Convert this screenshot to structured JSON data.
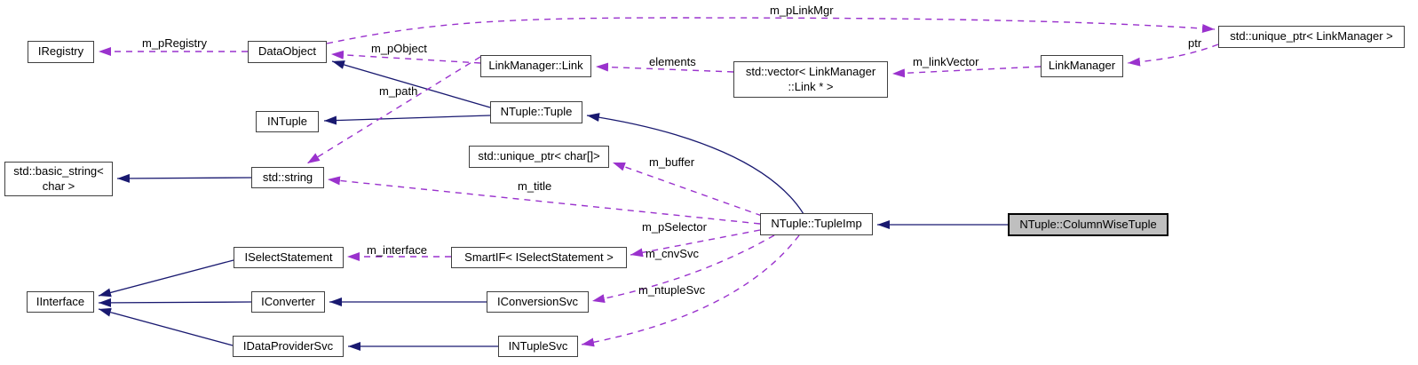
{
  "diagram": {
    "type": "class-collaboration-graph",
    "colors": {
      "inheritance_edge": "#191970",
      "usage_edge": "#9a32cd",
      "node_border": "#404040",
      "node_fill": "#ffffff",
      "highlight_fill": "#bfbfbf",
      "text": "#000000"
    },
    "nodes": {
      "iregistry": {
        "label": "IRegistry"
      },
      "dataobject": {
        "label": "DataObject"
      },
      "linkmanager_link": {
        "label": "LinkManager::Link"
      },
      "vector_linkmanager_link": {
        "label": "std::vector< LinkManager\n::Link * >"
      },
      "linkmanager": {
        "label": "LinkManager"
      },
      "unique_ptr_linkmanager": {
        "label": "std::unique_ptr< LinkManager >"
      },
      "intuple": {
        "label": "INTuple"
      },
      "ntuple_tuple": {
        "label": "NTuple::Tuple"
      },
      "basic_string": {
        "label": "std::basic_string<\nchar >"
      },
      "std_string": {
        "label": "std::string"
      },
      "unique_ptr_char": {
        "label": "std::unique_ptr< char[]>"
      },
      "tupleimp": {
        "label": "NTuple::TupleImp"
      },
      "columnwisetuple": {
        "label": "NTuple::ColumnWiseTuple"
      },
      "iselectstatement": {
        "label": "ISelectStatement"
      },
      "smartif": {
        "label": "SmartIF< ISelectStatement >"
      },
      "iinterface": {
        "label": "IInterface"
      },
      "iconverter": {
        "label": "IConverter"
      },
      "iconversionsvc": {
        "label": "IConversionSvc"
      },
      "idataprovidersvc": {
        "label": "IDataProviderSvc"
      },
      "intuplesvc": {
        "label": "INTupleSvc"
      }
    },
    "edge_labels": {
      "m_pRegistry": "m_pRegistry",
      "m_pLinkMgr": "m_pLinkMgr",
      "ptr": "ptr",
      "m_linkVector": "m_linkVector",
      "elements": "elements",
      "m_pObject": "m_pObject",
      "m_path": "m_path",
      "m_buffer": "m_buffer",
      "m_title": "m_title",
      "m_pSelector": "m_pSelector",
      "m_cnvSvc": "m_cnvSvc",
      "m_interface": "m_interface",
      "m_ntupleSvc": "m_ntupleSvc"
    },
    "edges": [
      {
        "from": "NTuple::ColumnWiseTuple",
        "to": "NTuple::TupleImp",
        "kind": "inheritance"
      },
      {
        "from": "NTuple::TupleImp",
        "to": "NTuple::Tuple",
        "kind": "inheritance"
      },
      {
        "from": "NTuple::Tuple",
        "to": "DataObject",
        "kind": "inheritance"
      },
      {
        "from": "NTuple::Tuple",
        "to": "INTuple",
        "kind": "inheritance"
      },
      {
        "from": "std::string",
        "to": "std::basic_string< char >",
        "kind": "inheritance"
      },
      {
        "from": "ISelectStatement",
        "to": "IInterface",
        "kind": "inheritance"
      },
      {
        "from": "IConverter",
        "to": "IInterface",
        "kind": "inheritance"
      },
      {
        "from": "IDataProviderSvc",
        "to": "IInterface",
        "kind": "inheritance"
      },
      {
        "from": "IConversionSvc",
        "to": "IConverter",
        "kind": "inheritance"
      },
      {
        "from": "INTupleSvc",
        "to": "IDataProviderSvc",
        "kind": "inheritance"
      },
      {
        "from": "DataObject",
        "to": "IRegistry",
        "kind": "usage",
        "label": "m_pRegistry"
      },
      {
        "from": "DataObject",
        "to": "std::unique_ptr< LinkManager >",
        "kind": "usage",
        "label": "m_pLinkMgr"
      },
      {
        "from": "std::unique_ptr< LinkManager >",
        "to": "LinkManager",
        "kind": "usage",
        "label": "ptr"
      },
      {
        "from": "LinkManager",
        "to": "std::vector< LinkManager::Link * >",
        "kind": "usage",
        "label": "m_linkVector"
      },
      {
        "from": "std::vector< LinkManager::Link * >",
        "to": "LinkManager::Link",
        "kind": "usage",
        "label": "elements"
      },
      {
        "from": "LinkManager::Link",
        "to": "DataObject",
        "kind": "usage",
        "label": "m_pObject"
      },
      {
        "from": "LinkManager::Link",
        "to": "std::string",
        "kind": "usage",
        "label": "m_path"
      },
      {
        "from": "NTuple::TupleImp",
        "to": "std::unique_ptr< char[]>",
        "kind": "usage",
        "label": "m_buffer"
      },
      {
        "from": "NTuple::TupleImp",
        "to": "std::string",
        "kind": "usage",
        "label": "m_title"
      },
      {
        "from": "NTuple::TupleImp",
        "to": "SmartIF< ISelectStatement >",
        "kind": "usage",
        "label": "m_pSelector"
      },
      {
        "from": "NTuple::TupleImp",
        "to": "IConversionSvc",
        "kind": "usage",
        "label": "m_cnvSvc"
      },
      {
        "from": "NTuple::TupleImp",
        "to": "INTupleSvc",
        "kind": "usage",
        "label": "m_ntupleSvc"
      },
      {
        "from": "SmartIF< ISelectStatement >",
        "to": "ISelectStatement",
        "kind": "usage",
        "label": "m_interface"
      }
    ]
  }
}
